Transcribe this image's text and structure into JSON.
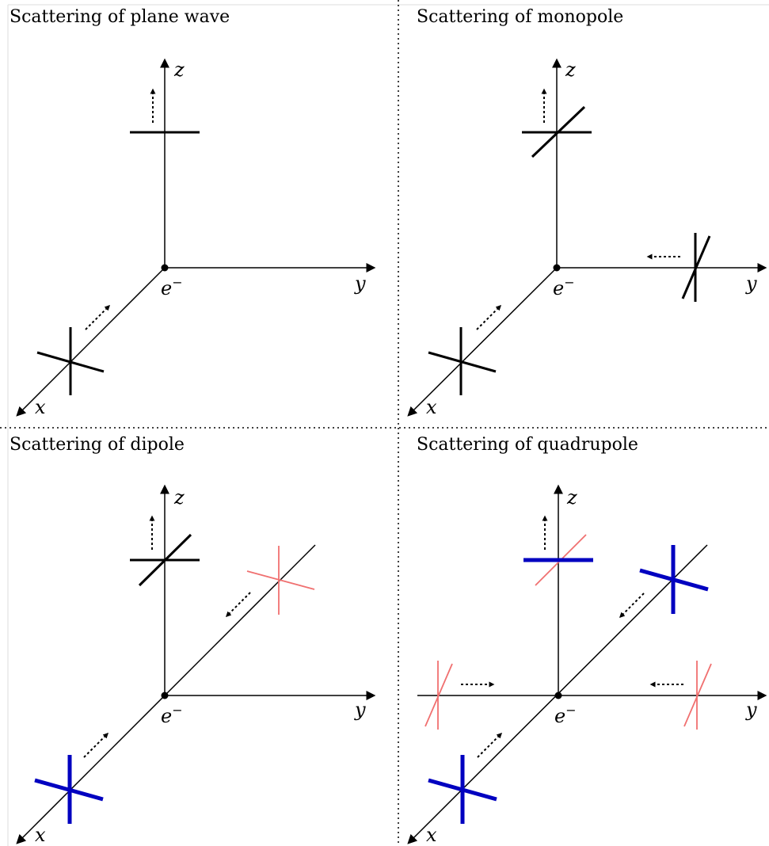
{
  "colors": {
    "background": "#ffffff",
    "axis": "#000000",
    "black_wave": "#000000",
    "blue_wave": "#0000c0",
    "pink_wave": "#f07070",
    "divider": "#000000"
  },
  "panels": [
    {
      "id": "plane-wave",
      "title": "Scattering of plane wave",
      "axes": {
        "x": "x",
        "y": "y",
        "z": "z"
      },
      "electron": {
        "symbol": "e",
        "charge": "−"
      },
      "waves": [
        {
          "name": "incoming-x",
          "color": "black",
          "weight": "thin",
          "arrow_toward": "origin"
        },
        {
          "name": "outgoing-z",
          "color": "black",
          "weight": "thin",
          "arrow_toward": "away"
        }
      ]
    },
    {
      "id": "monopole",
      "title": "Scattering of monopole",
      "axes": {
        "x": "x",
        "y": "y",
        "z": "z"
      },
      "electron": {
        "symbol": "e",
        "charge": "−"
      },
      "waves": [
        {
          "name": "incoming-x",
          "color": "black",
          "weight": "thin",
          "arrow_toward": "origin"
        },
        {
          "name": "incoming-y",
          "color": "black",
          "weight": "thin",
          "arrow_toward": "origin"
        },
        {
          "name": "outgoing-z",
          "color": "black",
          "weight": "thin",
          "arrow_toward": "away"
        }
      ]
    },
    {
      "id": "dipole",
      "title": "Scattering of dipole",
      "axes": {
        "x": "x",
        "y": "y",
        "z": "z"
      },
      "electron": {
        "symbol": "e",
        "charge": "−"
      },
      "waves": [
        {
          "name": "incoming-x",
          "color": "blue",
          "weight": "thick",
          "arrow_toward": "origin"
        },
        {
          "name": "incoming-neg-x",
          "color": "pink",
          "weight": "thin",
          "arrow_toward": "origin"
        },
        {
          "name": "outgoing-z",
          "color": "black",
          "weight": "thin",
          "arrow_toward": "away"
        }
      ]
    },
    {
      "id": "quadrupole",
      "title": "Scattering of quadrupole",
      "axes": {
        "x": "x",
        "y": "y",
        "z": "z"
      },
      "electron": {
        "symbol": "e",
        "charge": "−"
      },
      "waves": [
        {
          "name": "incoming-x",
          "color": "blue",
          "weight": "thick",
          "arrow_toward": "origin"
        },
        {
          "name": "incoming-neg-x",
          "color": "blue",
          "weight": "thick",
          "arrow_toward": "origin"
        },
        {
          "name": "incoming-y",
          "color": "pink",
          "weight": "thin",
          "arrow_toward": "origin"
        },
        {
          "name": "incoming-neg-y",
          "color": "pink",
          "weight": "thin",
          "arrow_toward": "origin"
        },
        {
          "name": "outgoing-z",
          "color": "blue+pink",
          "weight": "mixed",
          "arrow_toward": "away"
        }
      ]
    }
  ]
}
